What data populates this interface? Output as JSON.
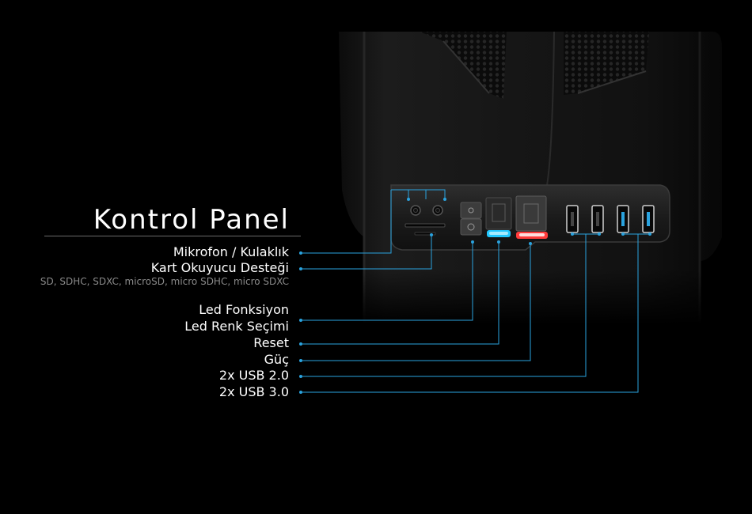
{
  "heading": "Kontrol Panel",
  "callouts": [
    {
      "label": "Mikrofon / Kulaklık"
    },
    {
      "label": "Kart Okuyucu Desteği",
      "detail": "SD, SDHC, SDXC, microSD, micro SDHC, micro SDXC"
    },
    {
      "label": "Led Fonksiyon"
    },
    {
      "label": "Led Renk Seçimi"
    },
    {
      "label": "Reset"
    },
    {
      "label": "Güç"
    },
    {
      "label": "2x USB 2.0"
    },
    {
      "label": "2x USB 3.0"
    }
  ],
  "colors": {
    "background": "#000000",
    "callout_line": "#2aa3df",
    "led_blue": "#22c8ff",
    "led_red": "#ff3b3b"
  }
}
